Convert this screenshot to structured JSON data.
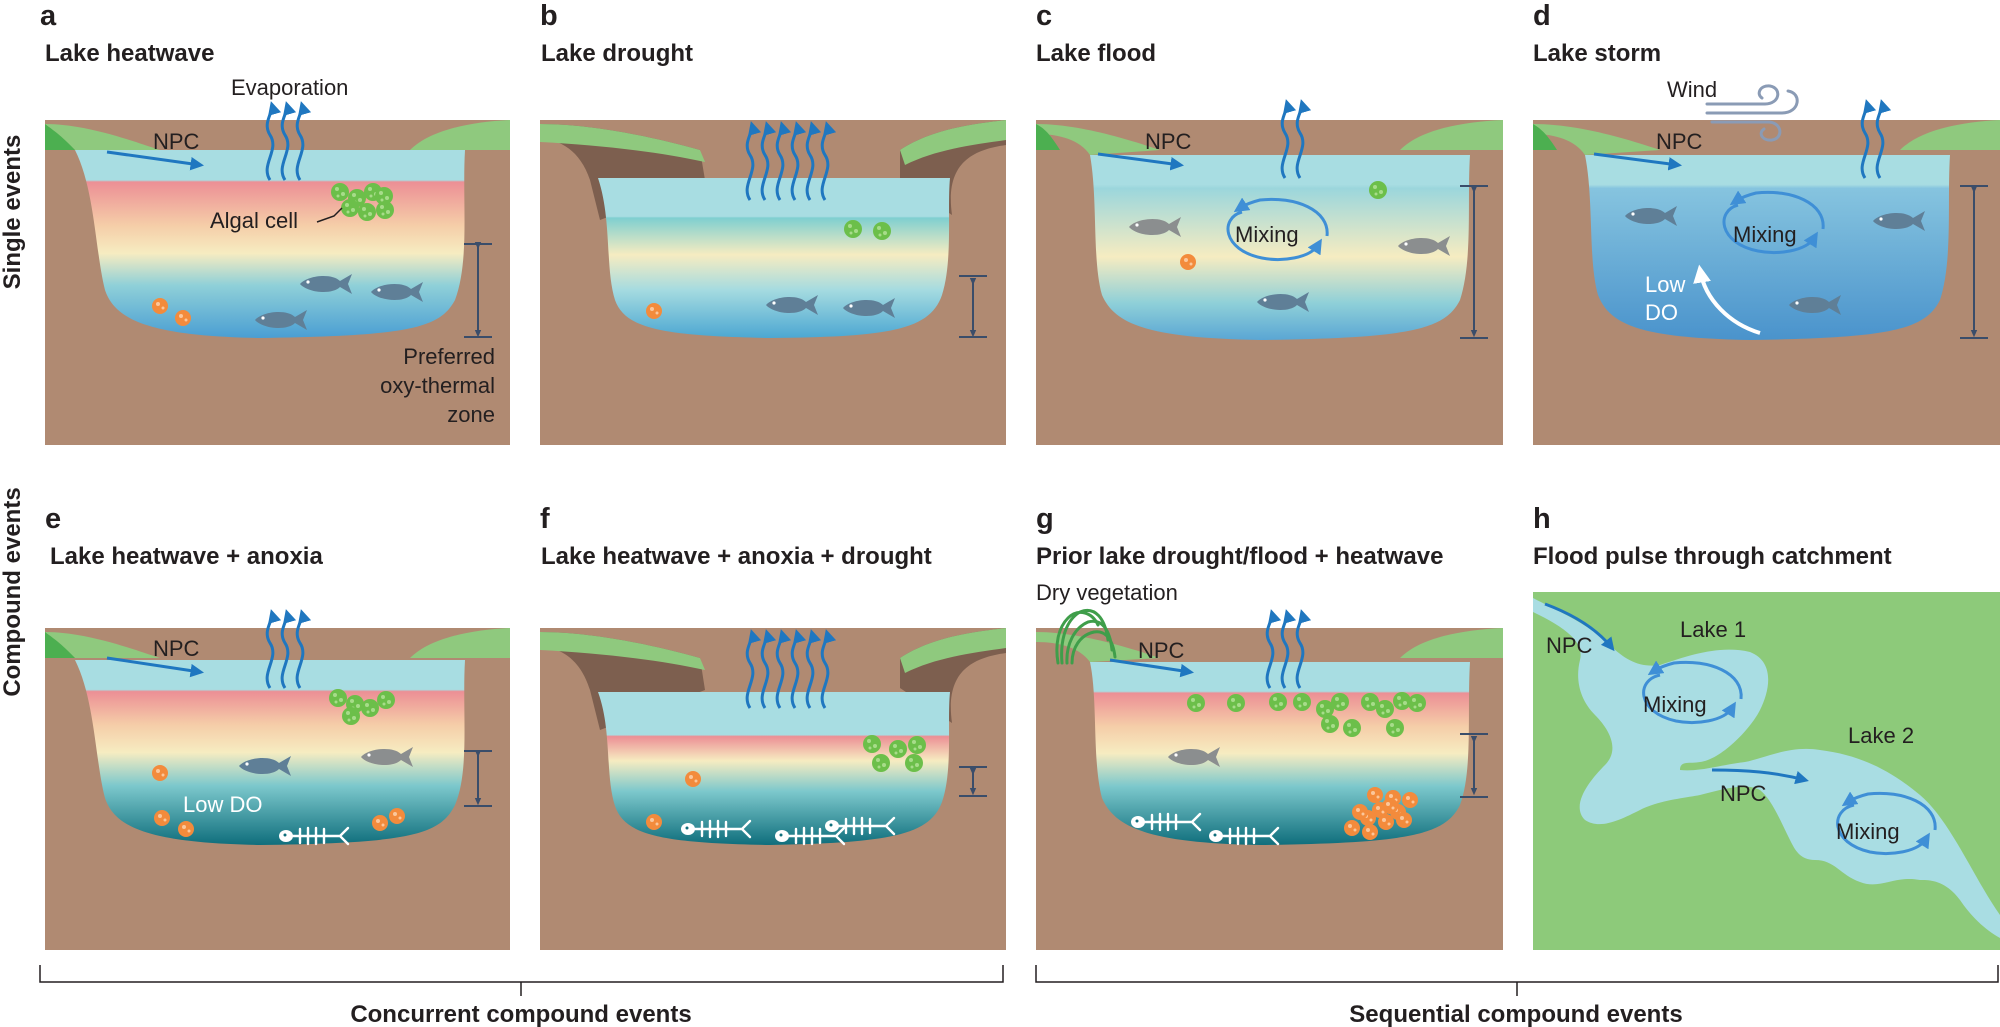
{
  "row_labels": {
    "single": "Single events",
    "compound": "Compound events"
  },
  "panels": {
    "a": {
      "letter": "a",
      "title": "Lake heatwave",
      "labels": {
        "npc": "NPC",
        "evaporation": "Evaporation",
        "algal": "Algal cell",
        "zone1": "Preferred",
        "zone2": "oxy-thermal",
        "zone3": "zone"
      }
    },
    "b": {
      "letter": "b",
      "title": "Lake drought"
    },
    "c": {
      "letter": "c",
      "title": "Lake flood",
      "labels": {
        "npc": "NPC",
        "mixing": "Mixing"
      }
    },
    "d": {
      "letter": "d",
      "title": "Lake storm",
      "labels": {
        "wind": "Wind",
        "npc": "NPC",
        "mixing": "Mixing",
        "low": "Low",
        "do": "DO"
      }
    },
    "e": {
      "letter": "e",
      "title": "Lake heatwave + anoxia",
      "labels": {
        "npc": "NPC",
        "lowdo": "Low DO"
      }
    },
    "f": {
      "letter": "f",
      "title": "Lake heatwave + anoxia + drought"
    },
    "g": {
      "letter": "g",
      "title": "Prior lake drought/flood + heatwave",
      "labels": {
        "dryveg": "Dry vegetation",
        "npc": "NPC"
      }
    },
    "h": {
      "letter": "h",
      "title": "Flood pulse through catchment",
      "labels": {
        "npc1": "NPC",
        "lake1": "Lake 1",
        "mixing1": "Mixing",
        "lake2": "Lake 2",
        "npc2": "NPC",
        "mixing2": "Mixing"
      }
    }
  },
  "bottom_labels": {
    "concurrent": "Concurrent compound events",
    "sequential": "Sequential compound events"
  },
  "colors": {
    "soil": "#b08a72",
    "grass": "#8fc97e",
    "grass_dark": "#4caf50",
    "water_surface": "#a8dde2",
    "warm": "#e9999b",
    "cool_blue": "#5aa7d6",
    "anoxic": "#0f6e7c",
    "arrow_blue": "#1f77c0",
    "fish": "#5f7f97",
    "algae": "#6cbf4a",
    "particle": "#f38b3c",
    "catchment": "#8dca7a",
    "lake": "#a9dde3"
  }
}
